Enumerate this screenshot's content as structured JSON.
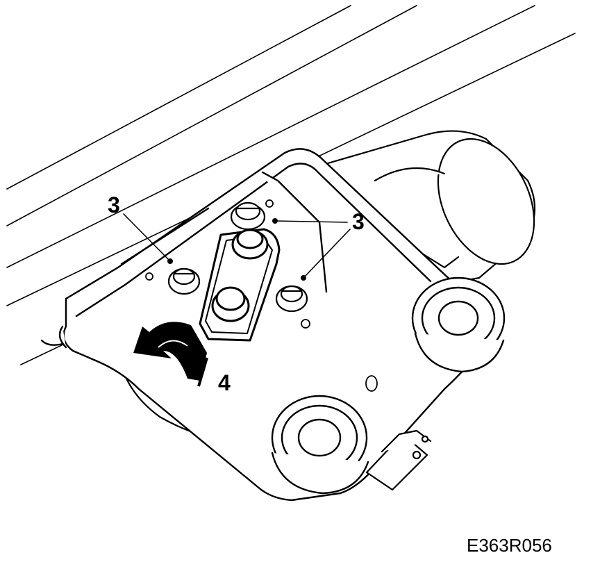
{
  "diagram": {
    "callout_left": "3",
    "callout_right": "3",
    "callout_rotation": "4",
    "figure_code": "E363R056"
  }
}
